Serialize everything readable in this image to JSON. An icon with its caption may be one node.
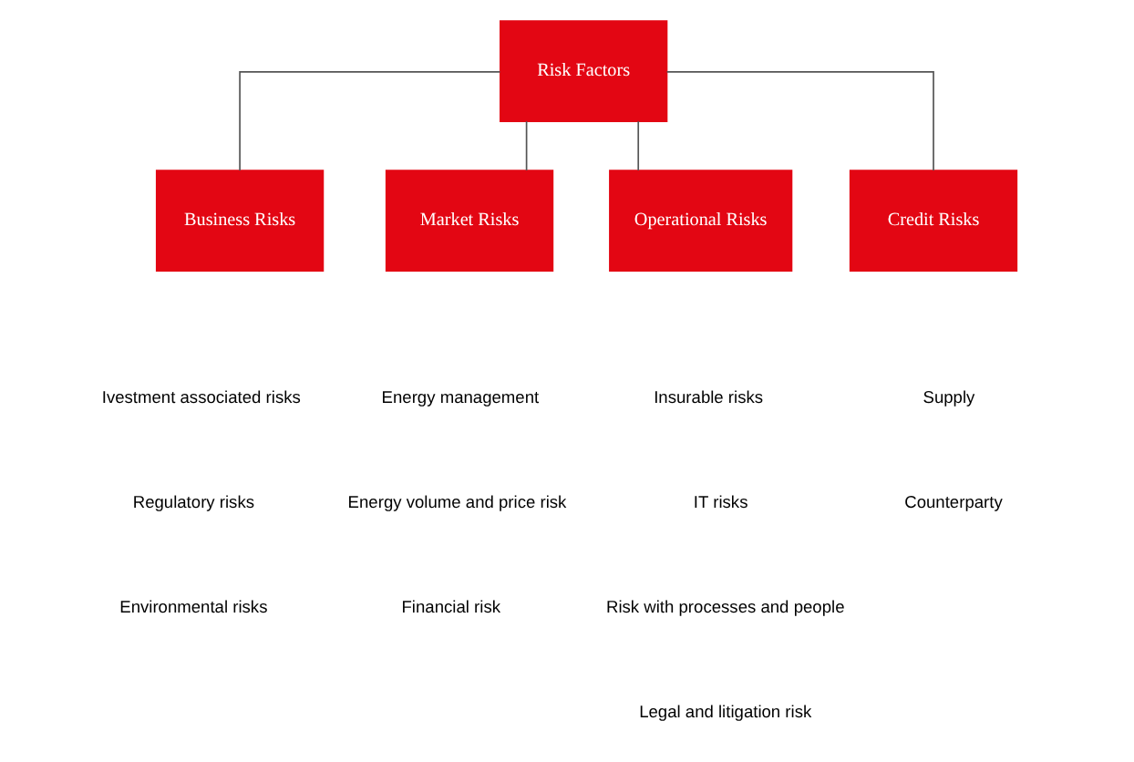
{
  "diagram": {
    "nodes": [
      {
        "text": [
          "Risk Factors"
        ]
      },
      {
        "text": [
          "Business Risks"
        ]
      },
      {
        "text": [
          "Market Risks"
        ]
      },
      {
        "text": [
          "Operational Risks"
        ]
      },
      {
        "text": [
          "Credit Risks"
        ]
      }
    ],
    "edges": [
      {
        "from": 0,
        "to": 1,
        "arrow": "none"
      },
      {
        "from": 0,
        "to": 2,
        "arrow": "none"
      },
      {
        "from": 0,
        "to": 3,
        "arrow": "none"
      },
      {
        "from": 0,
        "to": 4,
        "arrow": "none"
      }
    ],
    "labels": [
      "Ivestment associated risks",
      "Regulatory risks",
      "Environmental risks",
      "Energy management",
      "Energy volume and price risk",
      "Financial risk",
      "Insurable risks",
      "IT risks",
      "Risk with processes and people",
      "Legal and litigation risk",
      "Supply",
      "Counterparty"
    ]
  }
}
